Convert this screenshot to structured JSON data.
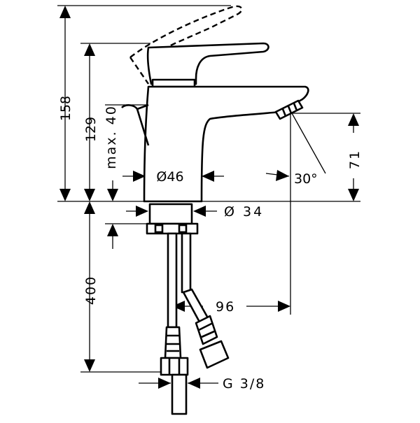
{
  "dimensions": {
    "total_height": "158",
    "spout_height": "129",
    "max_lift": "max. 40",
    "body_diameter": "Ø46",
    "inlet_diameter": "Ø 34",
    "spout_tilt": "71",
    "spray_angle": "30°",
    "hose_length": "400",
    "projection": "96",
    "connection": "G 3/8"
  }
}
